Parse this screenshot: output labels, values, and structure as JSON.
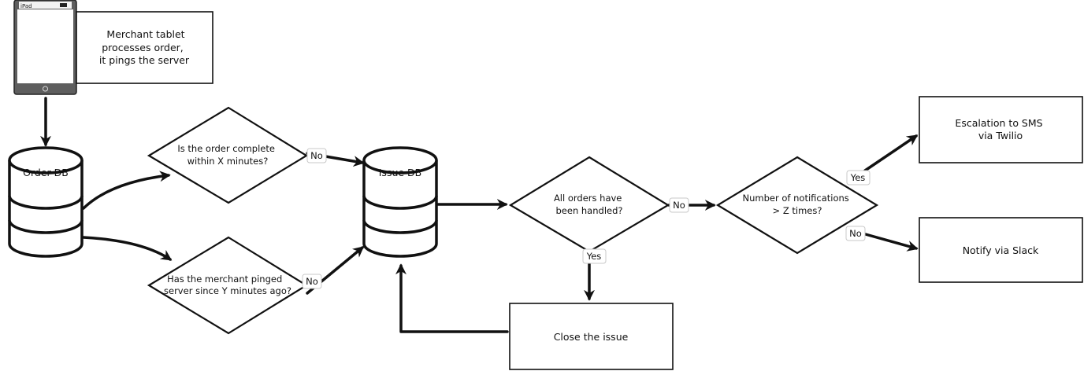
{
  "nodes": {
    "merchant_tablet": {
      "lines": [
        "Merchant tablet",
        "processes order,",
        "it pings the server"
      ],
      "device_label": "iPad"
    },
    "order_db": {
      "label": "Order DB"
    },
    "issue_db": {
      "label": "Issue DB"
    },
    "q_order_complete": {
      "lines": [
        "Is the order complete",
        "within X minutes?"
      ]
    },
    "q_merchant_pinged": {
      "lines": [
        "Has the merchant pinged",
        "server since Y minutes ago?"
      ]
    },
    "q_orders_handled": {
      "lines": [
        "All orders have",
        "been handled?"
      ]
    },
    "q_notifications": {
      "lines": [
        "Number of notifications",
        "> Z times?"
      ]
    },
    "escalation_sms": {
      "lines": [
        "Escalation to SMS",
        "via Twilio"
      ]
    },
    "notify_slack": {
      "lines": [
        "Notify via Slack"
      ]
    },
    "close_issue": {
      "lines": [
        "Close the issue"
      ]
    }
  },
  "edge_labels": {
    "order_complete_no": "No",
    "merchant_pinged_no": "No",
    "orders_handled_no": "No",
    "orders_handled_yes": "Yes",
    "notifications_yes": "Yes",
    "notifications_no": "No"
  }
}
